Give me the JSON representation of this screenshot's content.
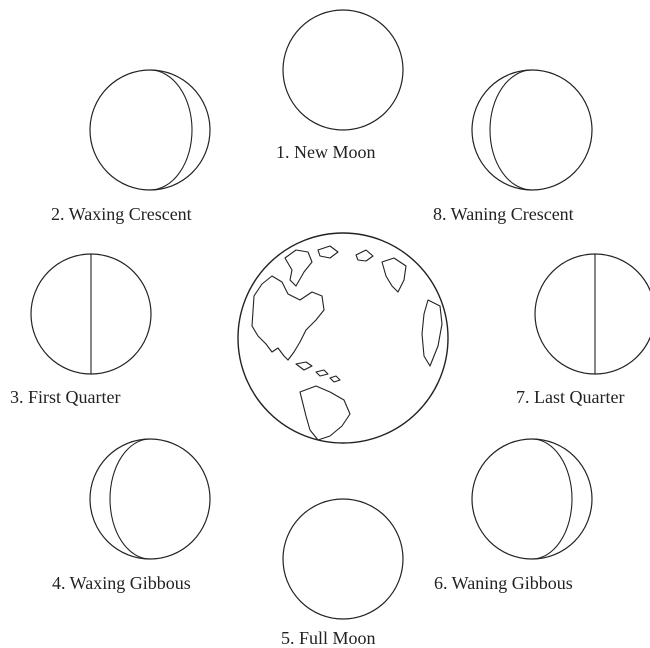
{
  "phases": [
    {
      "label": "1. New Moon"
    },
    {
      "label": "2. Waxing Crescent"
    },
    {
      "label": "3. First Quarter"
    },
    {
      "label": "4. Waxing Gibbous"
    },
    {
      "label": "5. Full Moon"
    },
    {
      "label": "6. Waning Gibbous"
    },
    {
      "label": "7. Last Quarter"
    },
    {
      "label": "8. Waning Crescent"
    }
  ]
}
